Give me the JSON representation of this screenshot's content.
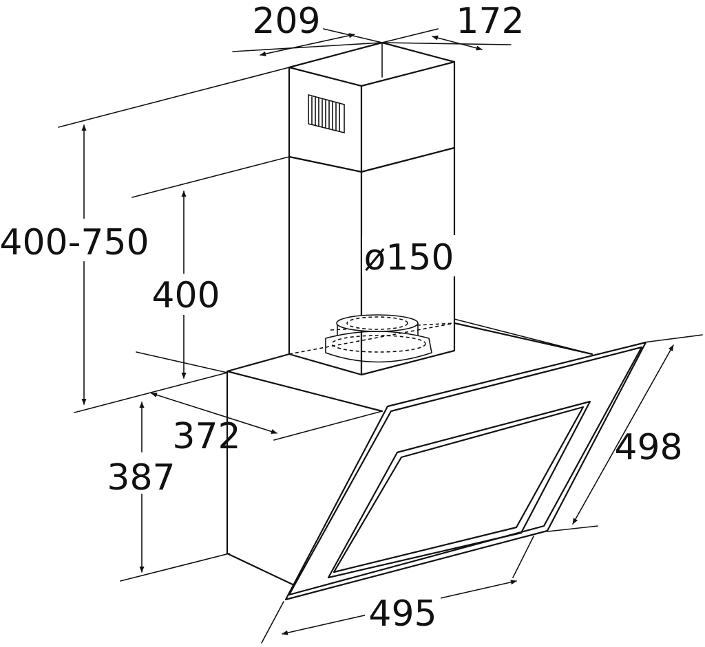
{
  "dimensions": {
    "chimney_width": "209",
    "chimney_depth": "172",
    "chimney_height_range": "400-750",
    "lower_chimney_height": "400",
    "duct_diameter": "ø150",
    "body_depth": "372",
    "body_height": "387",
    "glass_height": "498",
    "glass_width": "495"
  }
}
